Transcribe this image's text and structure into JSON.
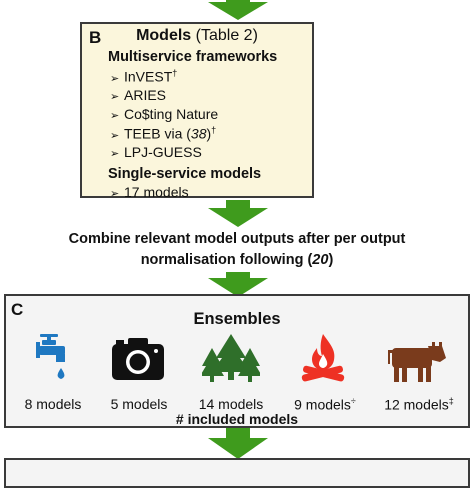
{
  "panel_b": {
    "letter": "B",
    "title_bold": "Models",
    "title_rest": " (Table 2)",
    "multiservice_heading": "Multiservice frameworks",
    "multiservice_items": [
      {
        "text": "InVEST",
        "mark": "†"
      },
      {
        "text": "ARIES",
        "mark": ""
      },
      {
        "text": "Co$ting Nature",
        "mark": ""
      },
      {
        "text": "TEEB via (",
        "italic": "38",
        "close": ")",
        "mark": "†"
      },
      {
        "text": "LPJ-GUESS",
        "mark": ""
      }
    ],
    "single_heading": "Single-service models",
    "single_items": [
      {
        "text": "17 models"
      }
    ]
  },
  "combine": {
    "line1": "Combine relevant model outputs after per output",
    "line2_pre": "normalisation following (",
    "line2_ref": "20",
    "line2_post": ")"
  },
  "panel_c": {
    "letter": "C",
    "title": "Ensembles",
    "ensembles": [
      {
        "icon": "water-tap-icon",
        "label": "8 models",
        "mark": ""
      },
      {
        "icon": "camera-icon",
        "label": "5 models",
        "mark": ""
      },
      {
        "icon": "forest-trees-icon",
        "label": "14 models",
        "mark": ""
      },
      {
        "icon": "campfire-icon",
        "label": "9 models",
        "mark": "÷"
      },
      {
        "icon": "cow-icon",
        "label": "12 models",
        "mark": "‡"
      }
    ],
    "footer": "# included models"
  },
  "colors": {
    "arrow_green": "#3f9b1d",
    "panel_b_bg": "#fbf6dc",
    "panel_c_bg": "#f4f4f4",
    "water_blue": "#1f78c1",
    "tree_green": "#2f6f2a",
    "fire_red": "#ee3124",
    "cow_brown": "#7a3b1c"
  }
}
